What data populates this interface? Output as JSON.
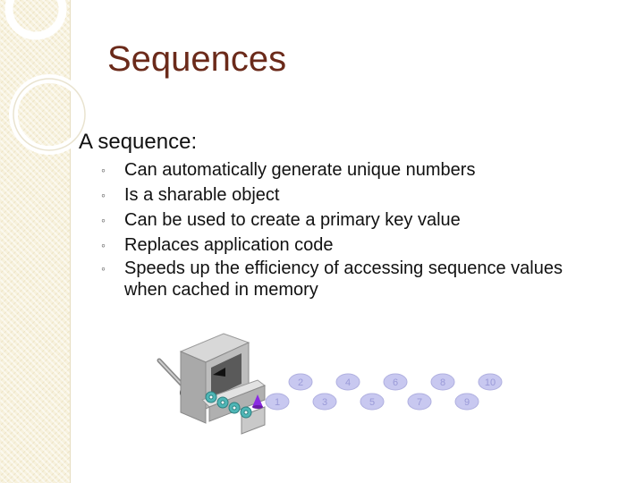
{
  "slide": {
    "title": "Sequences",
    "lead": "A sequence:",
    "bullet_symbol": "◦",
    "bullets": [
      "Can automatically generate unique numbers",
      "Is a sharable object",
      "Can be used to create a primary key value",
      "Replaces application code",
      "Speeds up the efficiency of accessing sequence values when cached in memory"
    ]
  },
  "illustration": {
    "top_numbers": [
      "2",
      "4",
      "6",
      "8",
      "10"
    ],
    "bottom_numbers": [
      "1",
      "3",
      "5",
      "7",
      "9"
    ],
    "bubble_color": "#c8c8f0",
    "bubble_text_color": "#9a9ad8",
    "cone_color": "#8a2be2",
    "roller_color": "#4fb6b6"
  }
}
